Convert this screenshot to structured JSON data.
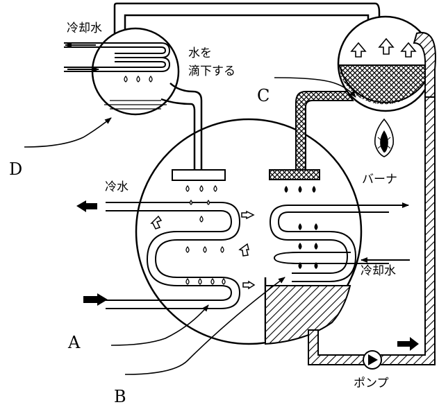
{
  "labels": {
    "cooling_water_top": "冷却水",
    "drip_water_line1": "水を",
    "drip_water_line2": "滴下する",
    "cold_water": "冷水",
    "burner": "バーナ",
    "cooling_water_right": "冷却水",
    "pump": "ポンプ"
  },
  "callouts": {
    "a": "A",
    "b": "B",
    "c": "C",
    "d": "D"
  }
}
